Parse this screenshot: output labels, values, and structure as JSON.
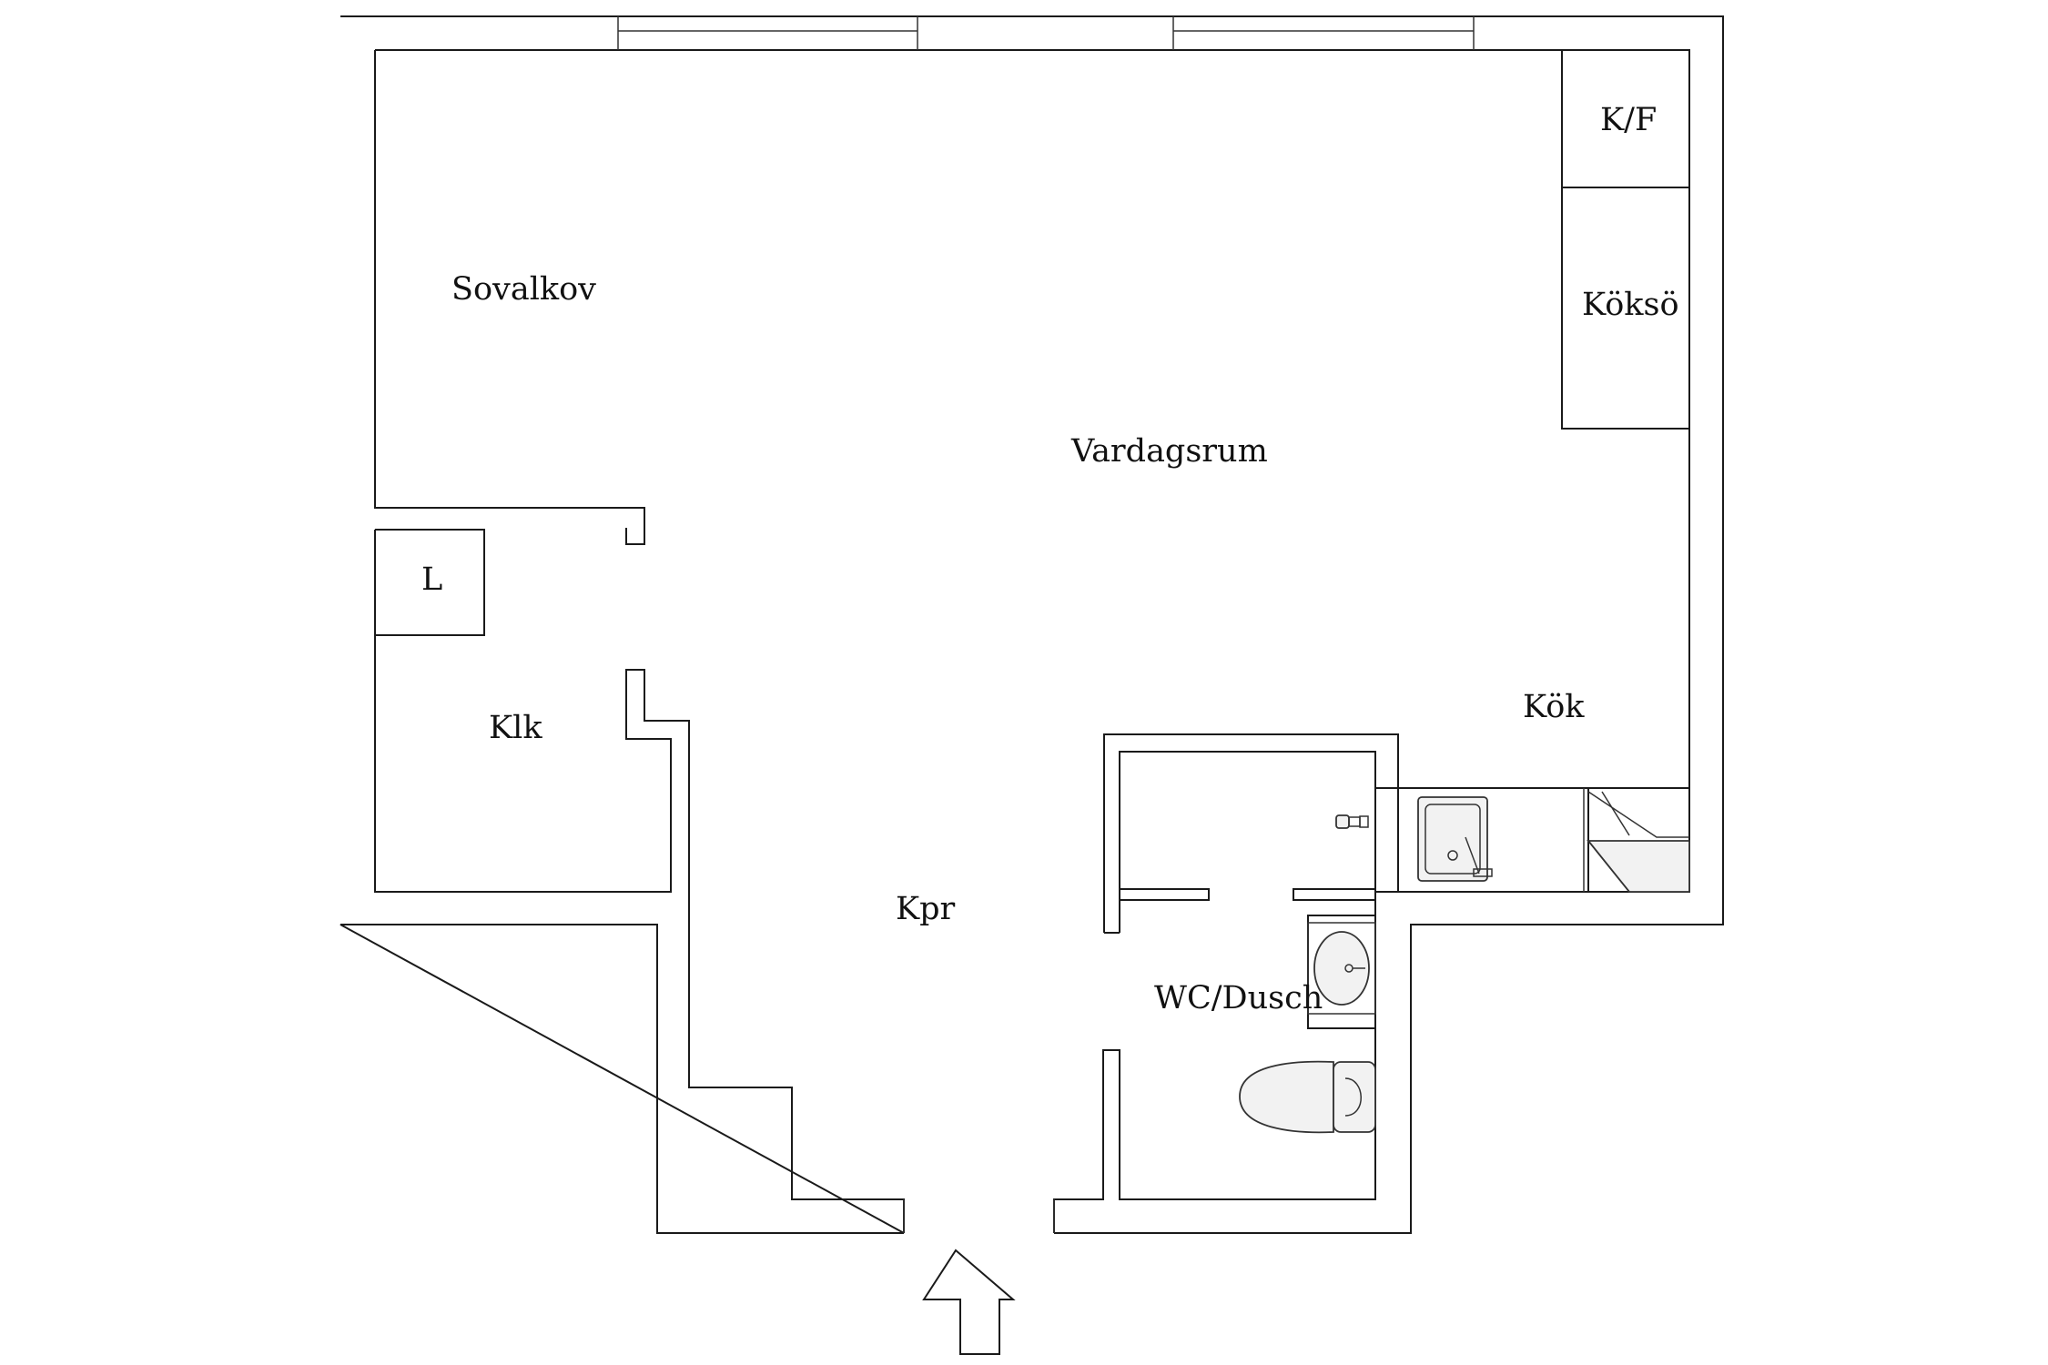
{
  "rooms": {
    "sovalkov": "Sovalkov",
    "vardagsrum": "Vardagsrum",
    "kf": "K/F",
    "koksoe": "Köksö",
    "l": "L",
    "klk": "Klk",
    "kok": "Kök",
    "kpr": "Kpr",
    "wc": "WC/Dusch"
  },
  "icons": {
    "entrance": "entrance-arrow-icon",
    "sink": "kitchen-sink-icon",
    "stove": "stove-icon",
    "washbasin": "washbasin-icon",
    "toilet": "toilet-icon",
    "shower": "shower-head-icon"
  },
  "colors": {
    "line": "#1a1a1a",
    "background": "#ffffff",
    "fixture_fill": "#f2f2f2"
  }
}
